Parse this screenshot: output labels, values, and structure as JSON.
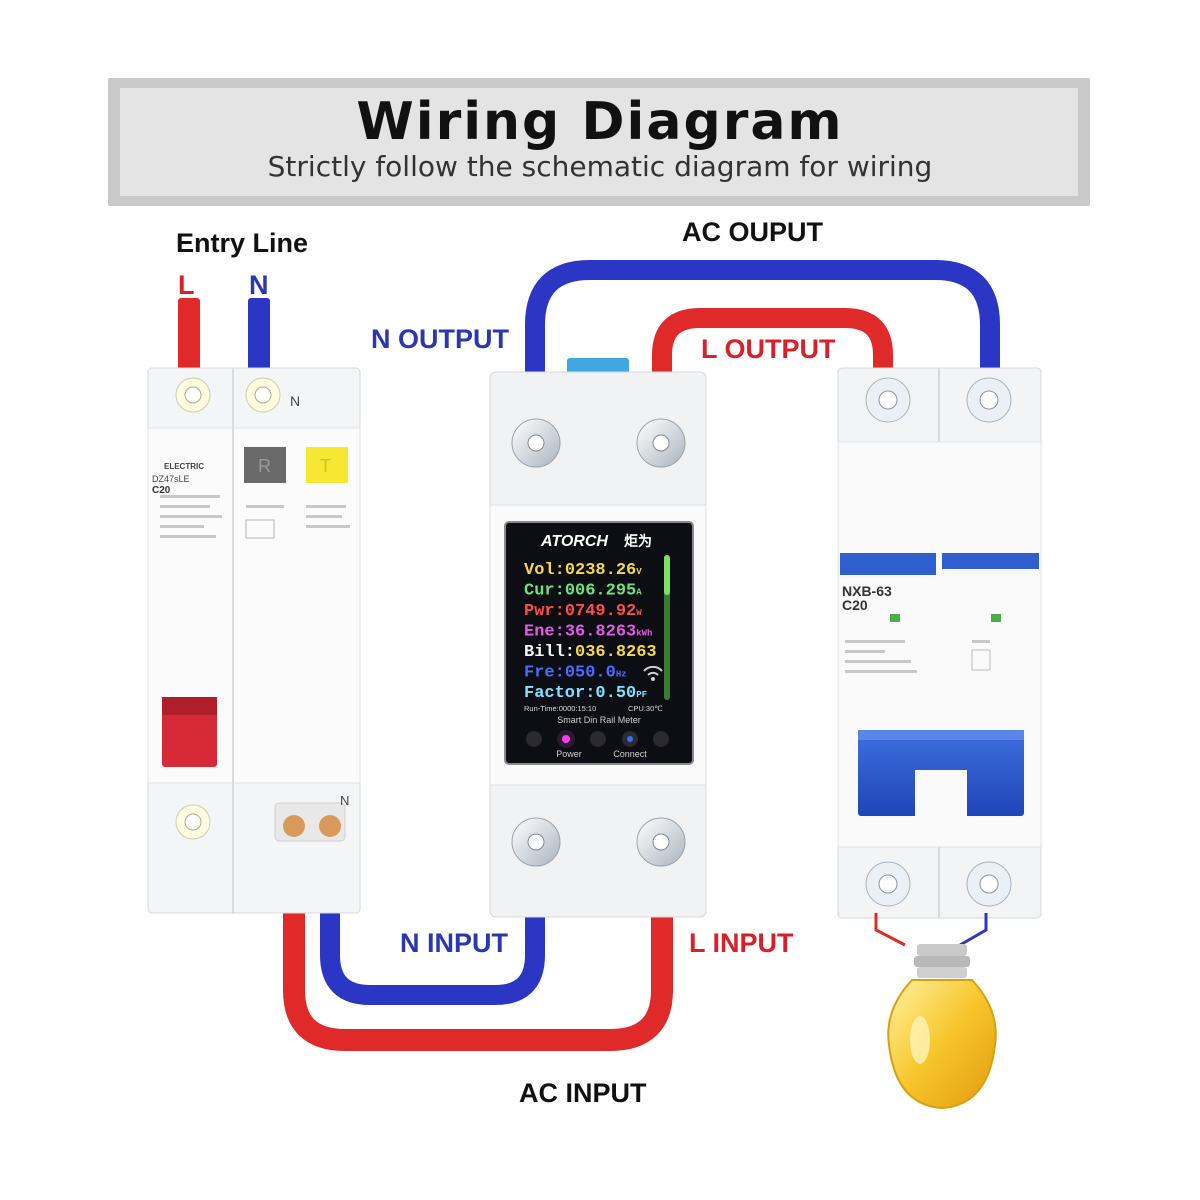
{
  "header": {
    "title": "Wiring Diagram",
    "subtitle": "Strictly follow the schematic diagram for wiring"
  },
  "labels": {
    "entry_line": "Entry Line",
    "l": "L",
    "n": "N",
    "ac_output": "AC OUPUT",
    "n_output": "N OUTPUT",
    "l_output": "L OUTPUT",
    "n_input": "N INPUT",
    "l_input": "L INPUT",
    "ac_input": "AC INPUT"
  },
  "rcbo": {
    "terminal_n": "N",
    "brand": "ELECTRIC",
    "model": "DZ47sLE",
    "rating": "C20",
    "button_r": "R",
    "button_t": "T"
  },
  "meter": {
    "brand": "ATORCH",
    "brand_cn": "炬为",
    "rows": [
      {
        "label": "Vol:",
        "value": "0238.26",
        "unit": "V",
        "color": "#f2d84a"
      },
      {
        "label": "Cur:",
        "value": "006.295",
        "unit": "A",
        "color": "#6fe37a"
      },
      {
        "label": "Pwr:",
        "value": "0749.92",
        "unit": "W",
        "color": "#ff4e45"
      },
      {
        "label": "Ene:",
        "value": "36.8263",
        "unit": "kWh",
        "color": "#e25ae6"
      },
      {
        "label": "Bill:",
        "value": "036.8263",
        "unit": "",
        "color": "#f6f6f6"
      },
      {
        "label": "Fre:",
        "value": "050.0",
        "unit": "Hz",
        "color": "#4a6cff"
      },
      {
        "label": "Factor:",
        "value": "0.50",
        "unit": "PF",
        "color": "#7fe2ff"
      }
    ],
    "runtime": "Run-Time:0000:15:10",
    "cpu": "CPU:30℃",
    "product": "Smart Din Rail Meter",
    "power_label": "Power",
    "connect_label": "Connect"
  },
  "breaker": {
    "model": "NXB-63",
    "rating": "C20",
    "accent": "#2f5fcf"
  },
  "colors": {
    "live_wire": "#e02a2a",
    "neutral_wire": "#2b36c4",
    "bulb": "#f7c52a"
  }
}
